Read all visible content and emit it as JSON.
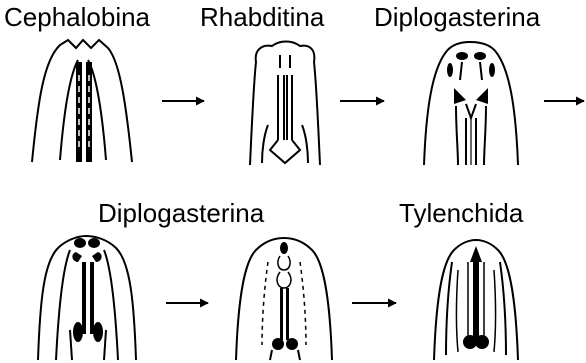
{
  "diagram": {
    "taxa": {
      "cephalobina": "Cephalobina",
      "rhabditina": "Rhabditina",
      "diplogasterina_top": "Diplogasterina",
      "diplogasterina_bottom": "Diplogasterina",
      "tylenchida": "Tylenchida"
    },
    "colors": {
      "ink": "#000000",
      "background": "#ffffff"
    }
  }
}
